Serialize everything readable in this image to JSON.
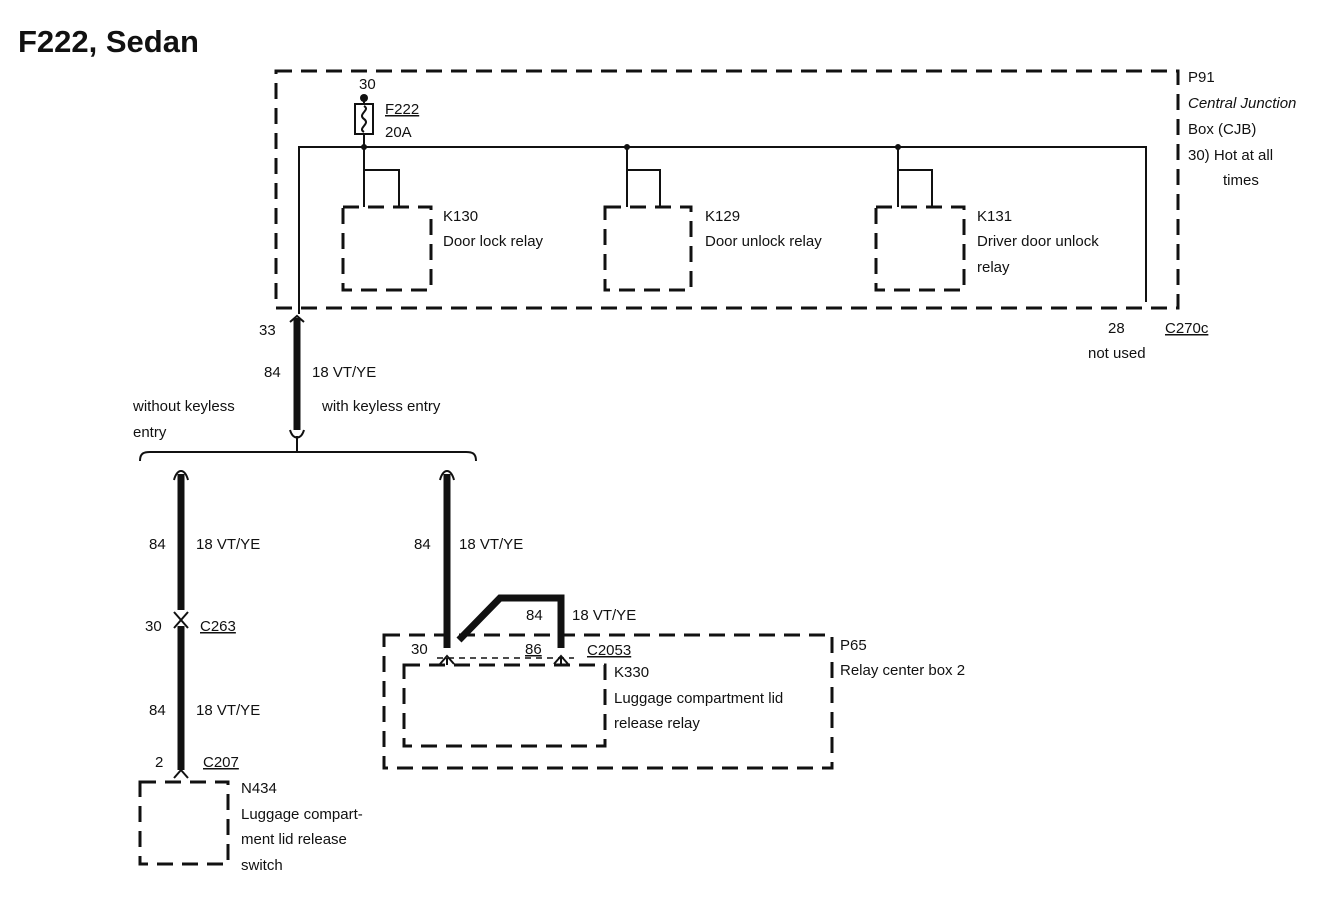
{
  "title": "F222, Sedan",
  "cjb": {
    "id": "P91",
    "name_line1": "Central Junction",
    "name_line2": "Box (CJB)",
    "note_line1": "30)  Hot at all",
    "note_line2": "times",
    "connector": "C270c",
    "pin_left": "33",
    "pin_right": "28",
    "pin_right_note": "not used"
  },
  "fuse": {
    "terminal": "30",
    "id": "F222",
    "rating": "20A"
  },
  "relays": [
    {
      "id": "K130",
      "name_line1": "Door lock relay",
      "name_line2": ""
    },
    {
      "id": "K129",
      "name_line1": "Door unlock relay",
      "name_line2": ""
    },
    {
      "id": "K131",
      "name_line1": "Driver door unlock",
      "name_line2": "relay"
    }
  ],
  "wires": {
    "main": {
      "circuit": "84",
      "spec": "18 VT/YE"
    },
    "left_upper": {
      "circuit": "84",
      "spec": "18 VT/YE"
    },
    "left_lower": {
      "circuit": "84",
      "spec": "18 VT/YE"
    },
    "right": {
      "circuit": "84",
      "spec": "18 VT/YE"
    },
    "relay_jumper": {
      "circuit": "84",
      "spec": "18 VT/YE"
    }
  },
  "branches": {
    "left_line1": "without keyless",
    "left_line2": "entry",
    "right": "with keyless entry"
  },
  "c263": {
    "pin": "30",
    "id": "C263"
  },
  "c207": {
    "pin": "2",
    "id": "C207"
  },
  "switch": {
    "id": "N434",
    "line1": "Luggage compart-",
    "line2": "ment lid release",
    "line3": "switch"
  },
  "rcb": {
    "id": "P65",
    "name": "Relay center box 2",
    "connector": "C2053",
    "pin_left": "30",
    "pin_right": "86"
  },
  "k330": {
    "id": "K330",
    "line1": "Luggage compartment lid",
    "line2": "release relay"
  }
}
